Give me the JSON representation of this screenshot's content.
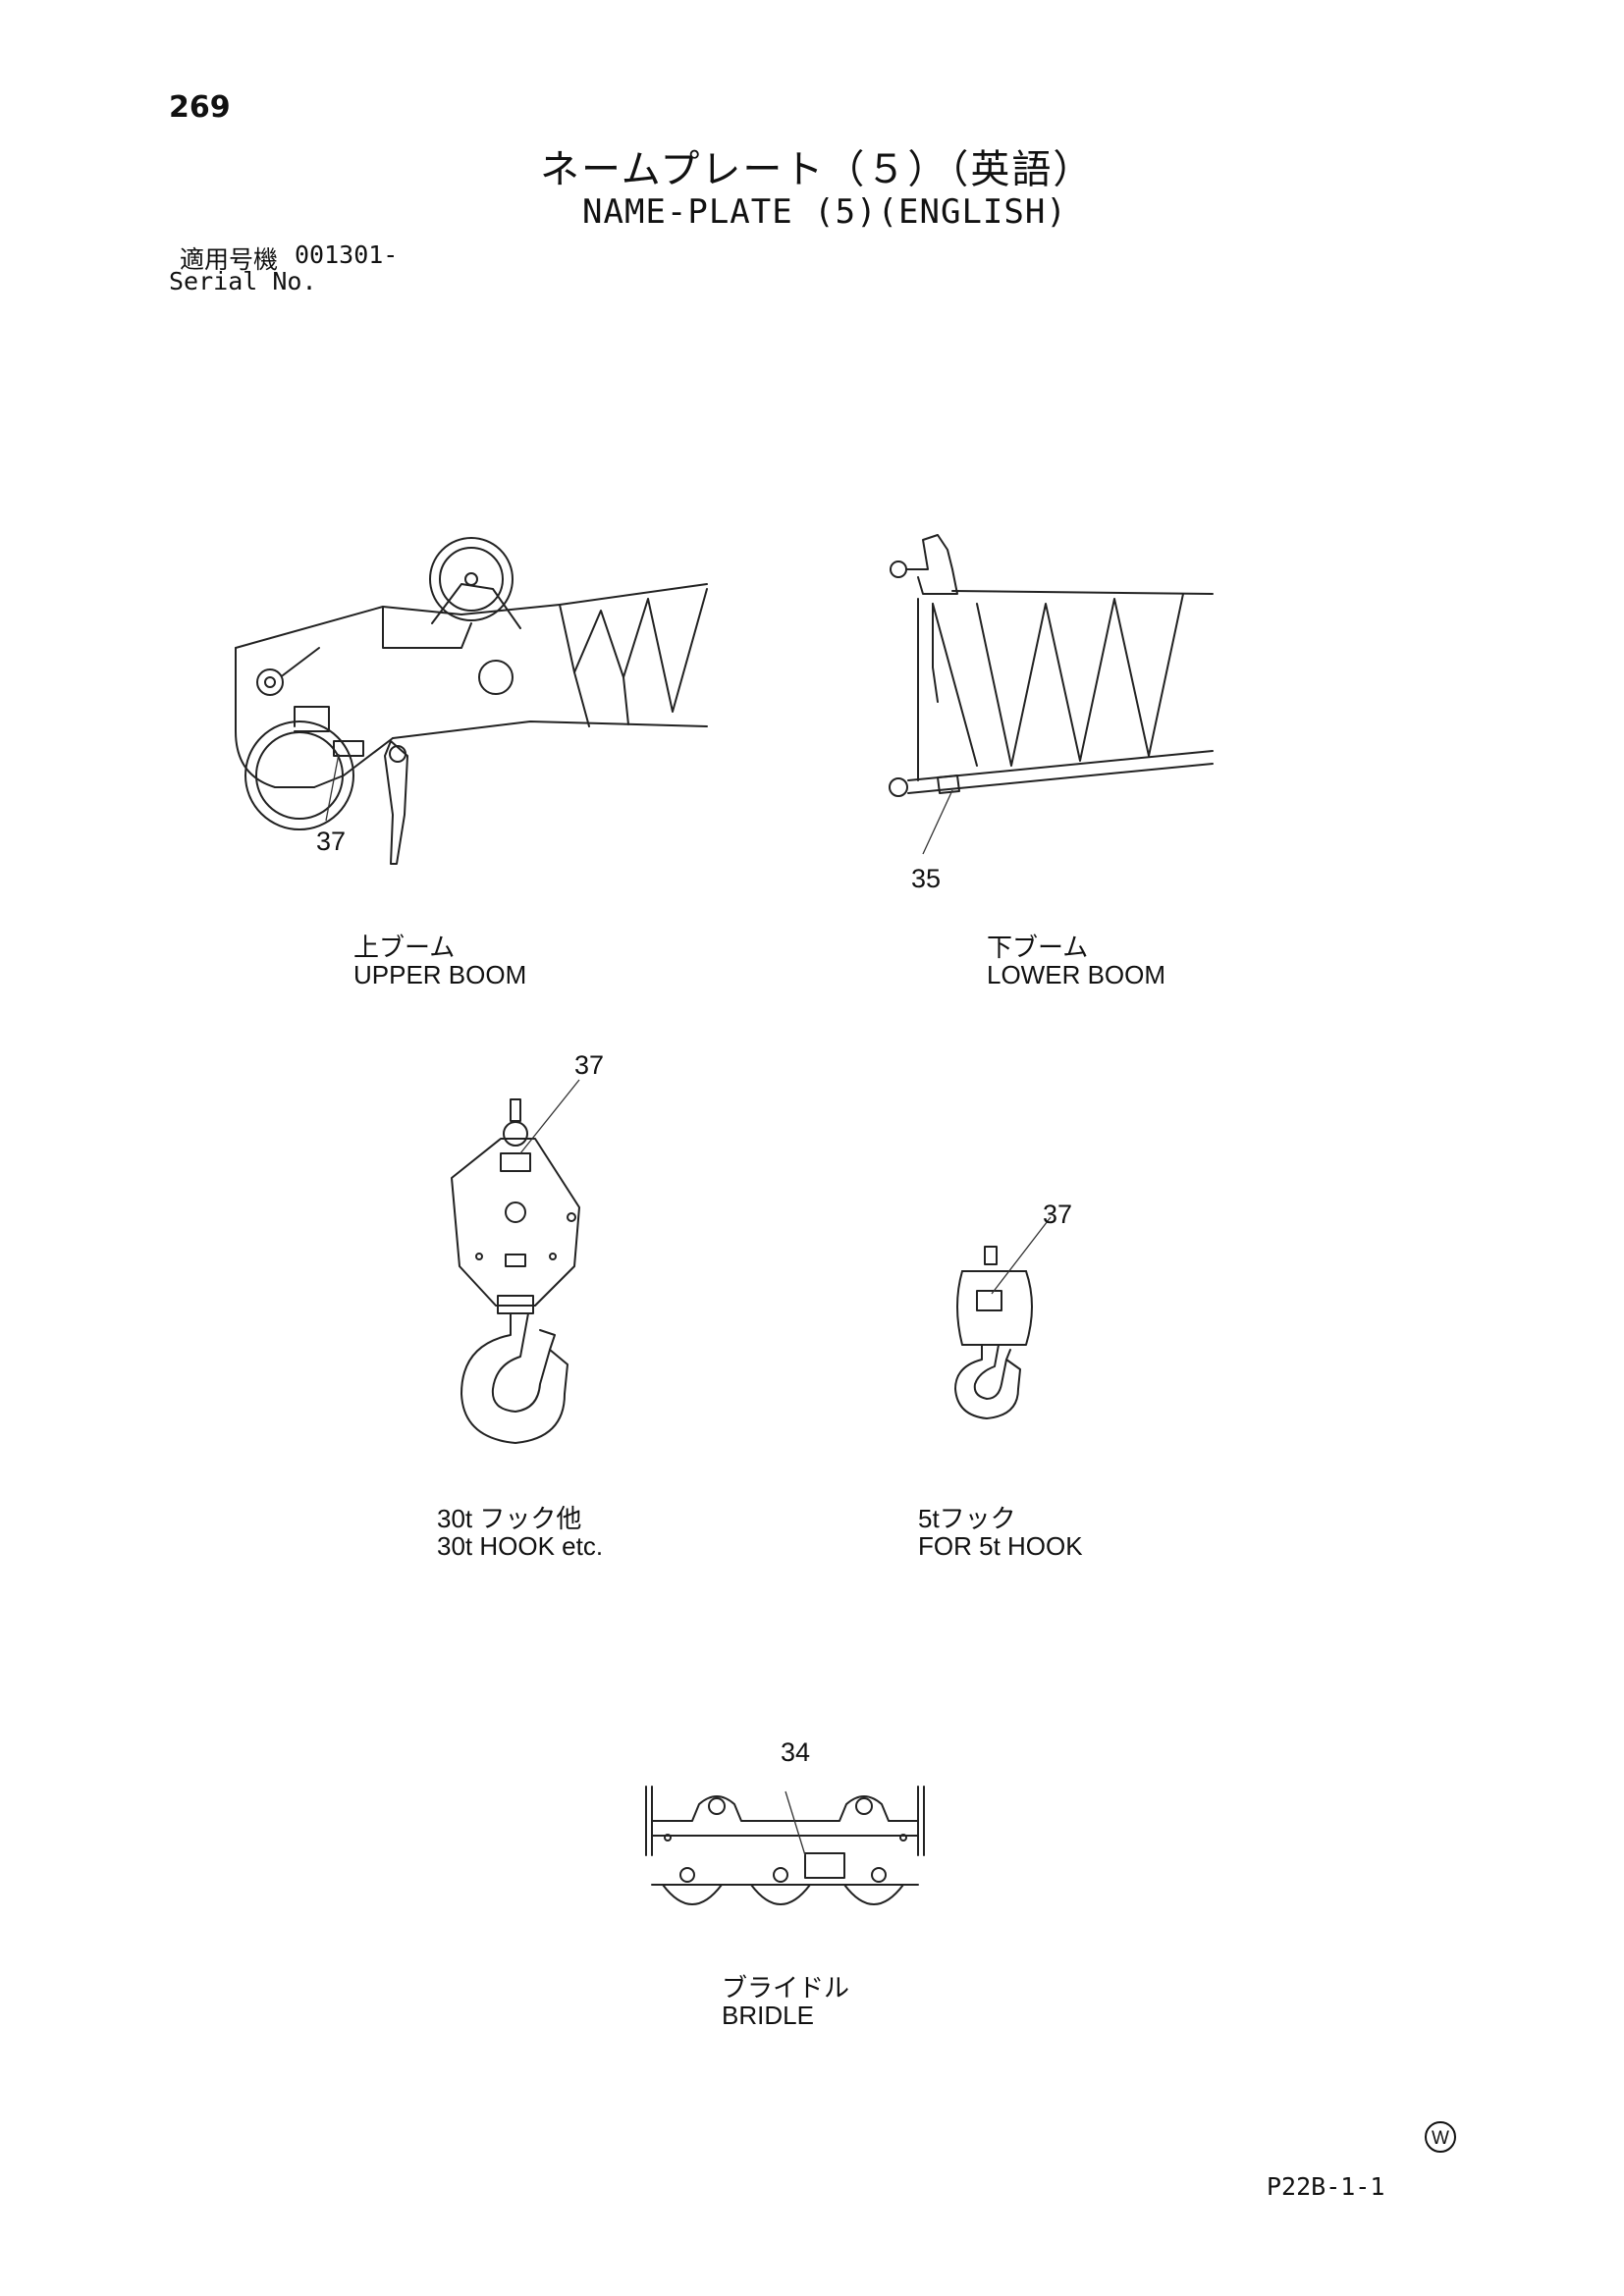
{
  "header": {
    "page_number": "269",
    "title_ja": "ネームプレート（５）（英語）",
    "title_en": "NAME-PLATE (5)(ENGLISH)",
    "serial_label_ja": "適用号機",
    "serial_number": "001301-",
    "serial_label_en": "Serial No."
  },
  "figures": {
    "upper_boom": {
      "callout": "37",
      "caption_ja": "上ブーム",
      "caption_en": "UPPER BOOM"
    },
    "lower_boom": {
      "callout": "35",
      "caption_ja": "下ブーム",
      "caption_en": "LOWER BOOM"
    },
    "hook_30t": {
      "callout": "37",
      "caption_ja": "30t フック他",
      "caption_en": "30t HOOK etc."
    },
    "hook_5t": {
      "callout": "37",
      "caption_ja": "5tフック",
      "caption_en": "FOR 5t HOOK"
    },
    "bridle": {
      "callout": "34",
      "caption_ja": "ブライドル",
      "caption_en": "BRIDLE"
    }
  },
  "footer": {
    "mark": "W",
    "code": "P22B-1-1"
  }
}
